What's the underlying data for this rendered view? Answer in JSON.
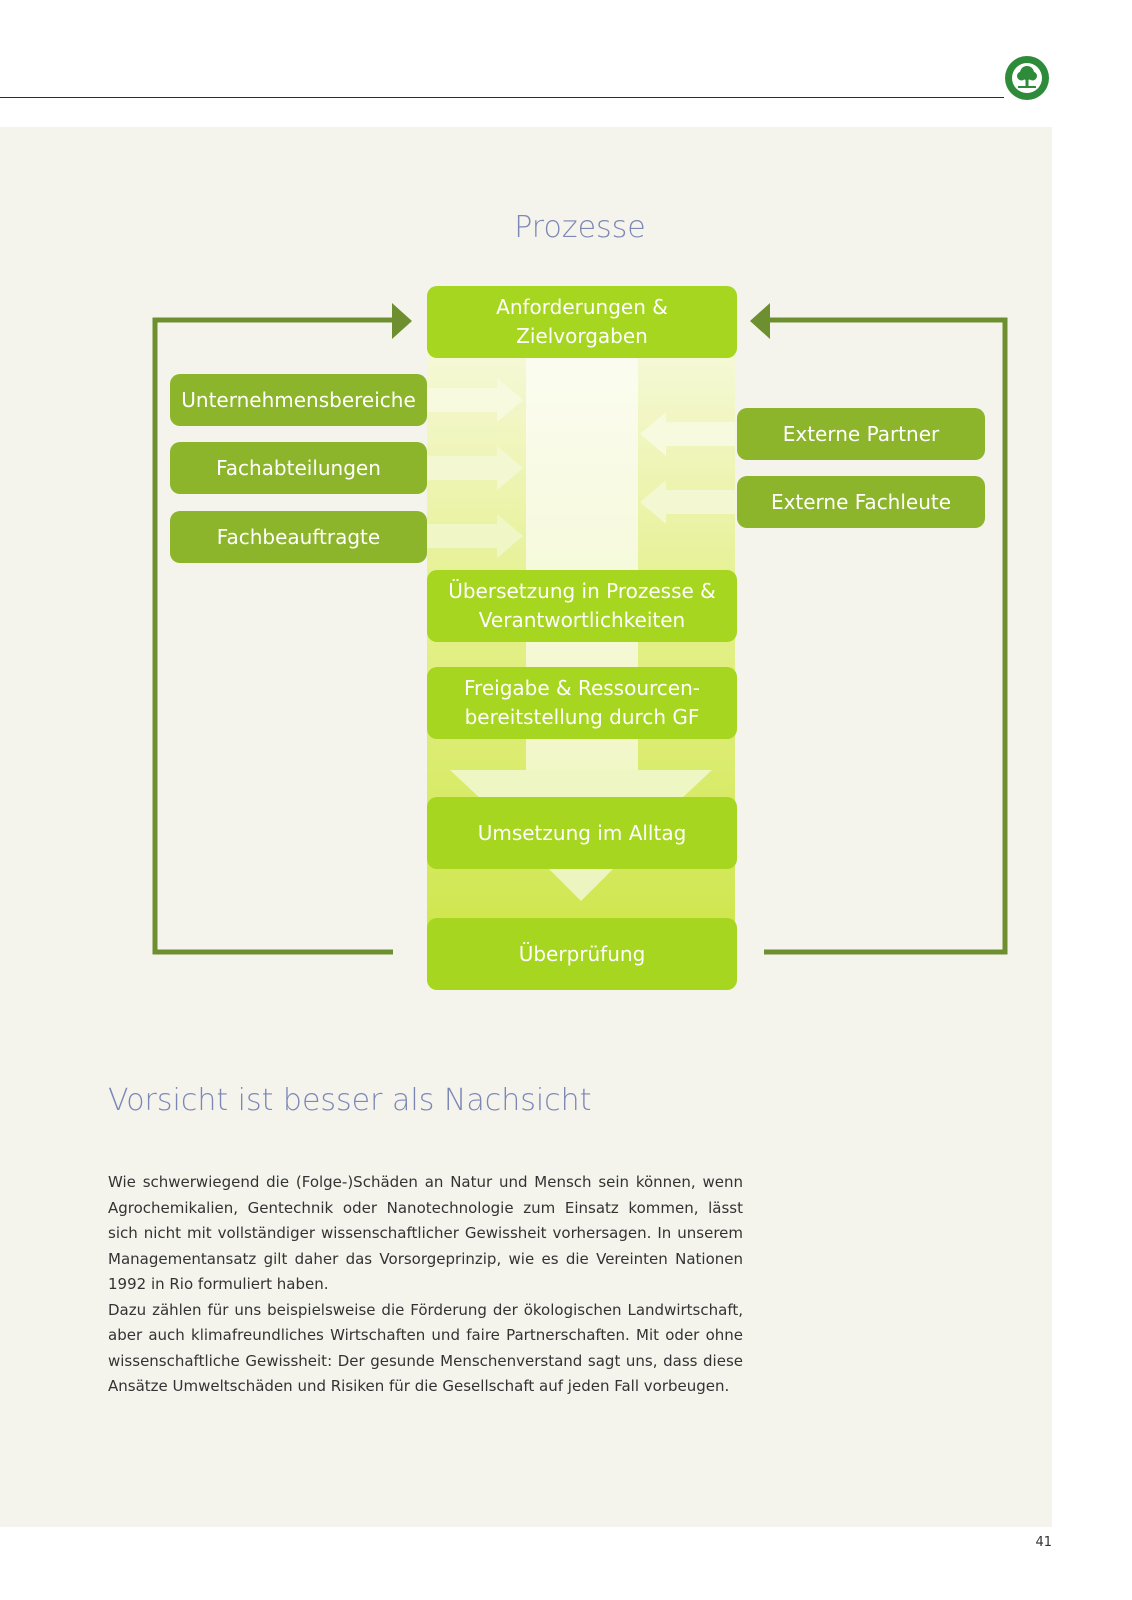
{
  "diagram": {
    "title": "Prozesse",
    "flow": [
      "Anforderungen & Zielvorgaben",
      "Übersetzung in Prozesse & Verantwortlichkeiten",
      "Freigabe & Ressourcen-bereitstellung durch GF",
      "Umsetzung im Alltag",
      "Überprüfung"
    ],
    "flow_lines": [
      [
        "Anforderungen &",
        "Zielvorgaben"
      ],
      [
        "Übersetzung in Prozesse &",
        "Verantwortlichkeiten"
      ],
      [
        "Freigabe & Ressourcen-",
        "bereitstellung durch GF"
      ],
      [
        "Umsetzung im Alltag"
      ],
      [
        "Überprüfung"
      ]
    ],
    "left_inputs": [
      "Unternehmensbereiche",
      "Fachabteilungen",
      "Fachbeauftragte"
    ],
    "right_inputs": [
      "Externe Partner",
      "Externe Fachleute"
    ],
    "colors": {
      "center_box": "#a6d61f",
      "side_box": "#8db52b",
      "loop_line": "#6e8f2f",
      "heading": "#7d87b5"
    }
  },
  "section": {
    "heading": "Vorsicht ist besser als Nachsicht",
    "paragraphs": [
      "Wie schwerwiegend die (Folge-)Schäden an Natur und Mensch sein können, wenn Agrochemikalien, Gentechnik oder Nanotechnologie zum Einsatz kommen, lässt sich nicht mit vollständiger wissenschaftlicher Gewissheit vorhersagen. In unserem Managementansatz gilt daher das Vorsorgeprinzip, wie es die Vereinten Nationen 1992 in Rio formuliert haben.",
      "Dazu zählen für uns beispielsweise die Förderung der ökologischen Landwirtschaft, aber auch klimafreundliches Wirtschaften und faire Partnerschaften. Mit oder ohne wissenschaftliche Gewissheit: Der gesunde Menschenverstand sagt uns, dass diese Ansätze Umweltschäden und Risiken für die Gesellschaft auf jeden Fall vorbeugen."
    ]
  },
  "page": {
    "number": "41"
  },
  "logo": {
    "icon": "tree-seal-icon"
  }
}
